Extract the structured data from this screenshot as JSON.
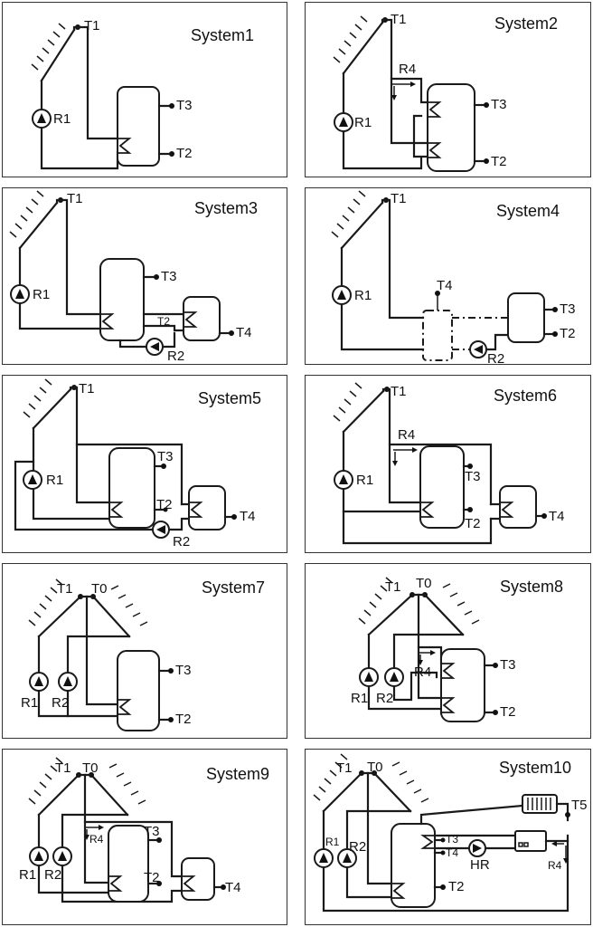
{
  "systems": [
    {
      "title": "System1",
      "labels": {
        "t1": "T1",
        "r1": "R1",
        "t3": "T3",
        "t2": "T2"
      }
    },
    {
      "title": "System2",
      "labels": {
        "t1": "T1",
        "r4": "R4",
        "r1": "R1",
        "t3": "T3",
        "t2": "T2"
      }
    },
    {
      "title": "System3",
      "labels": {
        "t1": "T1",
        "r1": "R1",
        "t3": "T3",
        "t2": "T2",
        "t4": "T4",
        "r2": "R2"
      }
    },
    {
      "title": "System4",
      "labels": {
        "t1": "T1",
        "r1": "R1",
        "t4": "T4",
        "t3": "T3",
        "t2": "T2",
        "r2": "R2"
      }
    },
    {
      "title": "System5",
      "labels": {
        "t1": "T1",
        "r1": "R1",
        "t3": "T3",
        "t2": "T2",
        "t4": "T4",
        "r2": "R2"
      }
    },
    {
      "title": "System6",
      "labels": {
        "t1": "T1",
        "r4": "R4",
        "r1": "R1",
        "t3": "T3",
        "t2": "T2",
        "t4": "T4"
      }
    },
    {
      "title": "System7",
      "labels": {
        "t1": "T1",
        "t0": "T0",
        "r1": "R1",
        "r2": "R2",
        "t3": "T3",
        "t2": "T2"
      }
    },
    {
      "title": "System8",
      "labels": {
        "t1": "T1",
        "t0": "T0",
        "r4": "R4",
        "r1": "R1",
        "r2": "R2",
        "t3": "T3",
        "t2": "T2"
      }
    },
    {
      "title": "System9",
      "labels": {
        "t1": "T1",
        "t0": "T0",
        "r4": "R4",
        "r1": "R1",
        "r2": "R2",
        "t3": "T3",
        "t2": "T2",
        "t4": "T4"
      }
    },
    {
      "title": "System10",
      "labels": {
        "t1": "T1",
        "t0": "T0",
        "r1": "R1",
        "r2": "R2",
        "t3": "T3",
        "t4": "T4",
        "hr": "HR",
        "r4": "R4",
        "t5": "T5",
        "t2": "T2"
      }
    }
  ]
}
